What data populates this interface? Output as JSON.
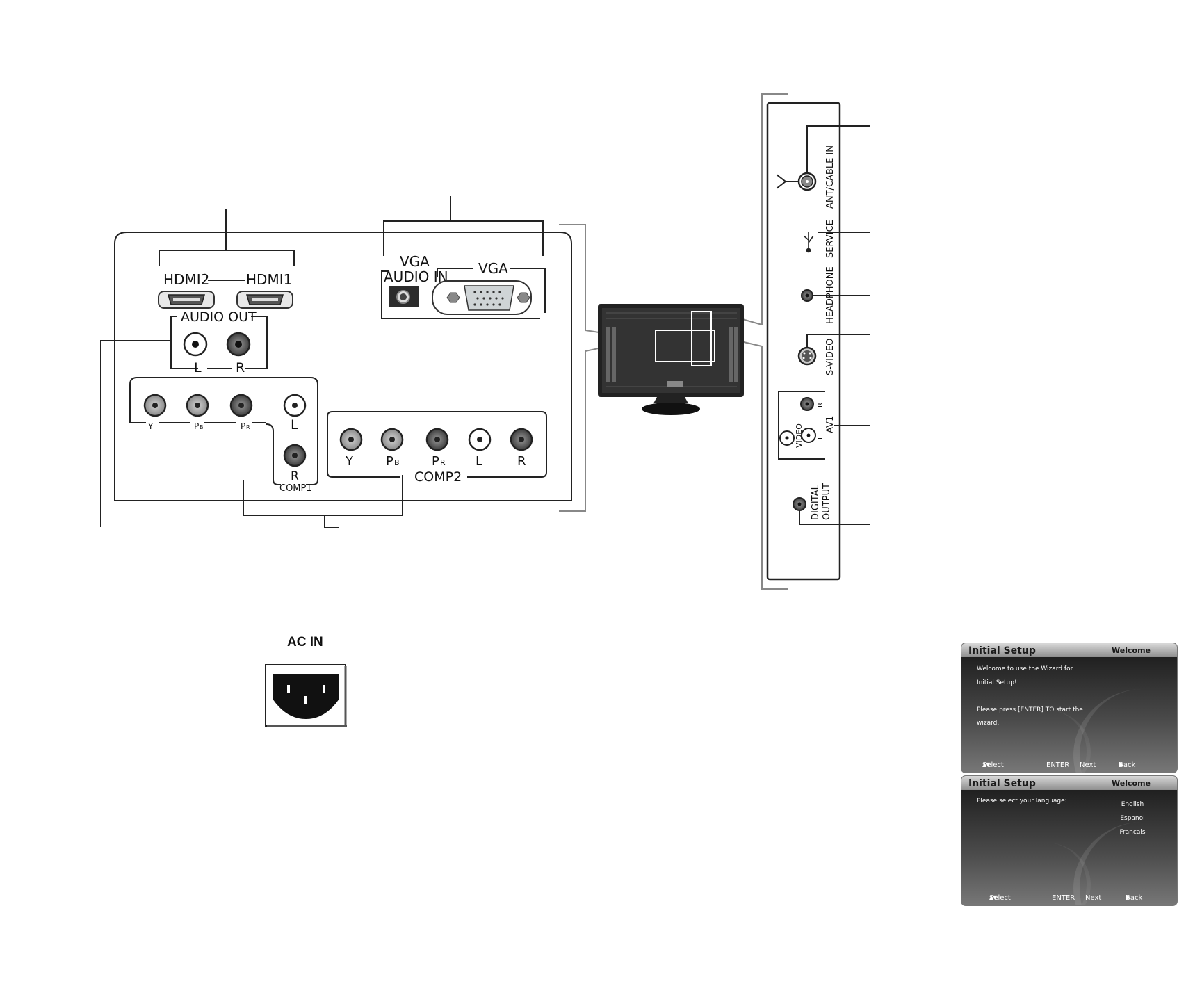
{
  "rear_panel": {
    "hdmi2": "HDMI2",
    "hdmi1": "HDMI1",
    "vga_audio_in_top": "VGA",
    "vga_audio_in_bottom": "AUDIO IN",
    "vga": "VGA",
    "audio_out": "AUDIO OUT",
    "audio_out_l": "L",
    "audio_out_r": "R",
    "comp1": {
      "y": "Y",
      "pb_main": "P",
      "pb_sub": "B",
      "pr_main": "P",
      "pr_sub": "R",
      "l": "L",
      "r": "R",
      "label": "COMP1"
    },
    "comp2": {
      "y": "Y",
      "pb_main": "P",
      "pb_sub": "B",
      "pr_main": "P",
      "pr_sub": "R",
      "l": "L",
      "r": "R",
      "label": "COMP2"
    }
  },
  "side_panel": {
    "ant_cable_in": "ANT/CABLE IN",
    "service": "SERVICE",
    "headphone": "HEADPHONE",
    "s_video": "S-VIDEO",
    "av1": "AV1",
    "av1_video": "VIDEO",
    "av1_l": "L",
    "av1_r": "R",
    "digital_output_line1": "DIGITAL",
    "digital_output_line2": "OUTPUT"
  },
  "ac_in": {
    "label": "AC IN"
  },
  "osd_screens": [
    {
      "title": "Initial Setup",
      "header_right": "Welcome",
      "messages": [
        "Welcome to use the Wizard for",
        "Initial Setup!!",
        "",
        "Please press [ENTER] TO start the",
        "wizard."
      ],
      "footer": {
        "select": "Select",
        "enter": "ENTER",
        "next": "Next",
        "back": "Back"
      }
    },
    {
      "title": "Initial Setup",
      "header_right": "Welcome",
      "messages": [
        "Please select your language:"
      ],
      "languages": [
        "English",
        "Espanol",
        "Francais"
      ],
      "footer": {
        "select": "Select",
        "enter": "ENTER",
        "next": "Next",
        "back": "Back"
      }
    }
  ]
}
